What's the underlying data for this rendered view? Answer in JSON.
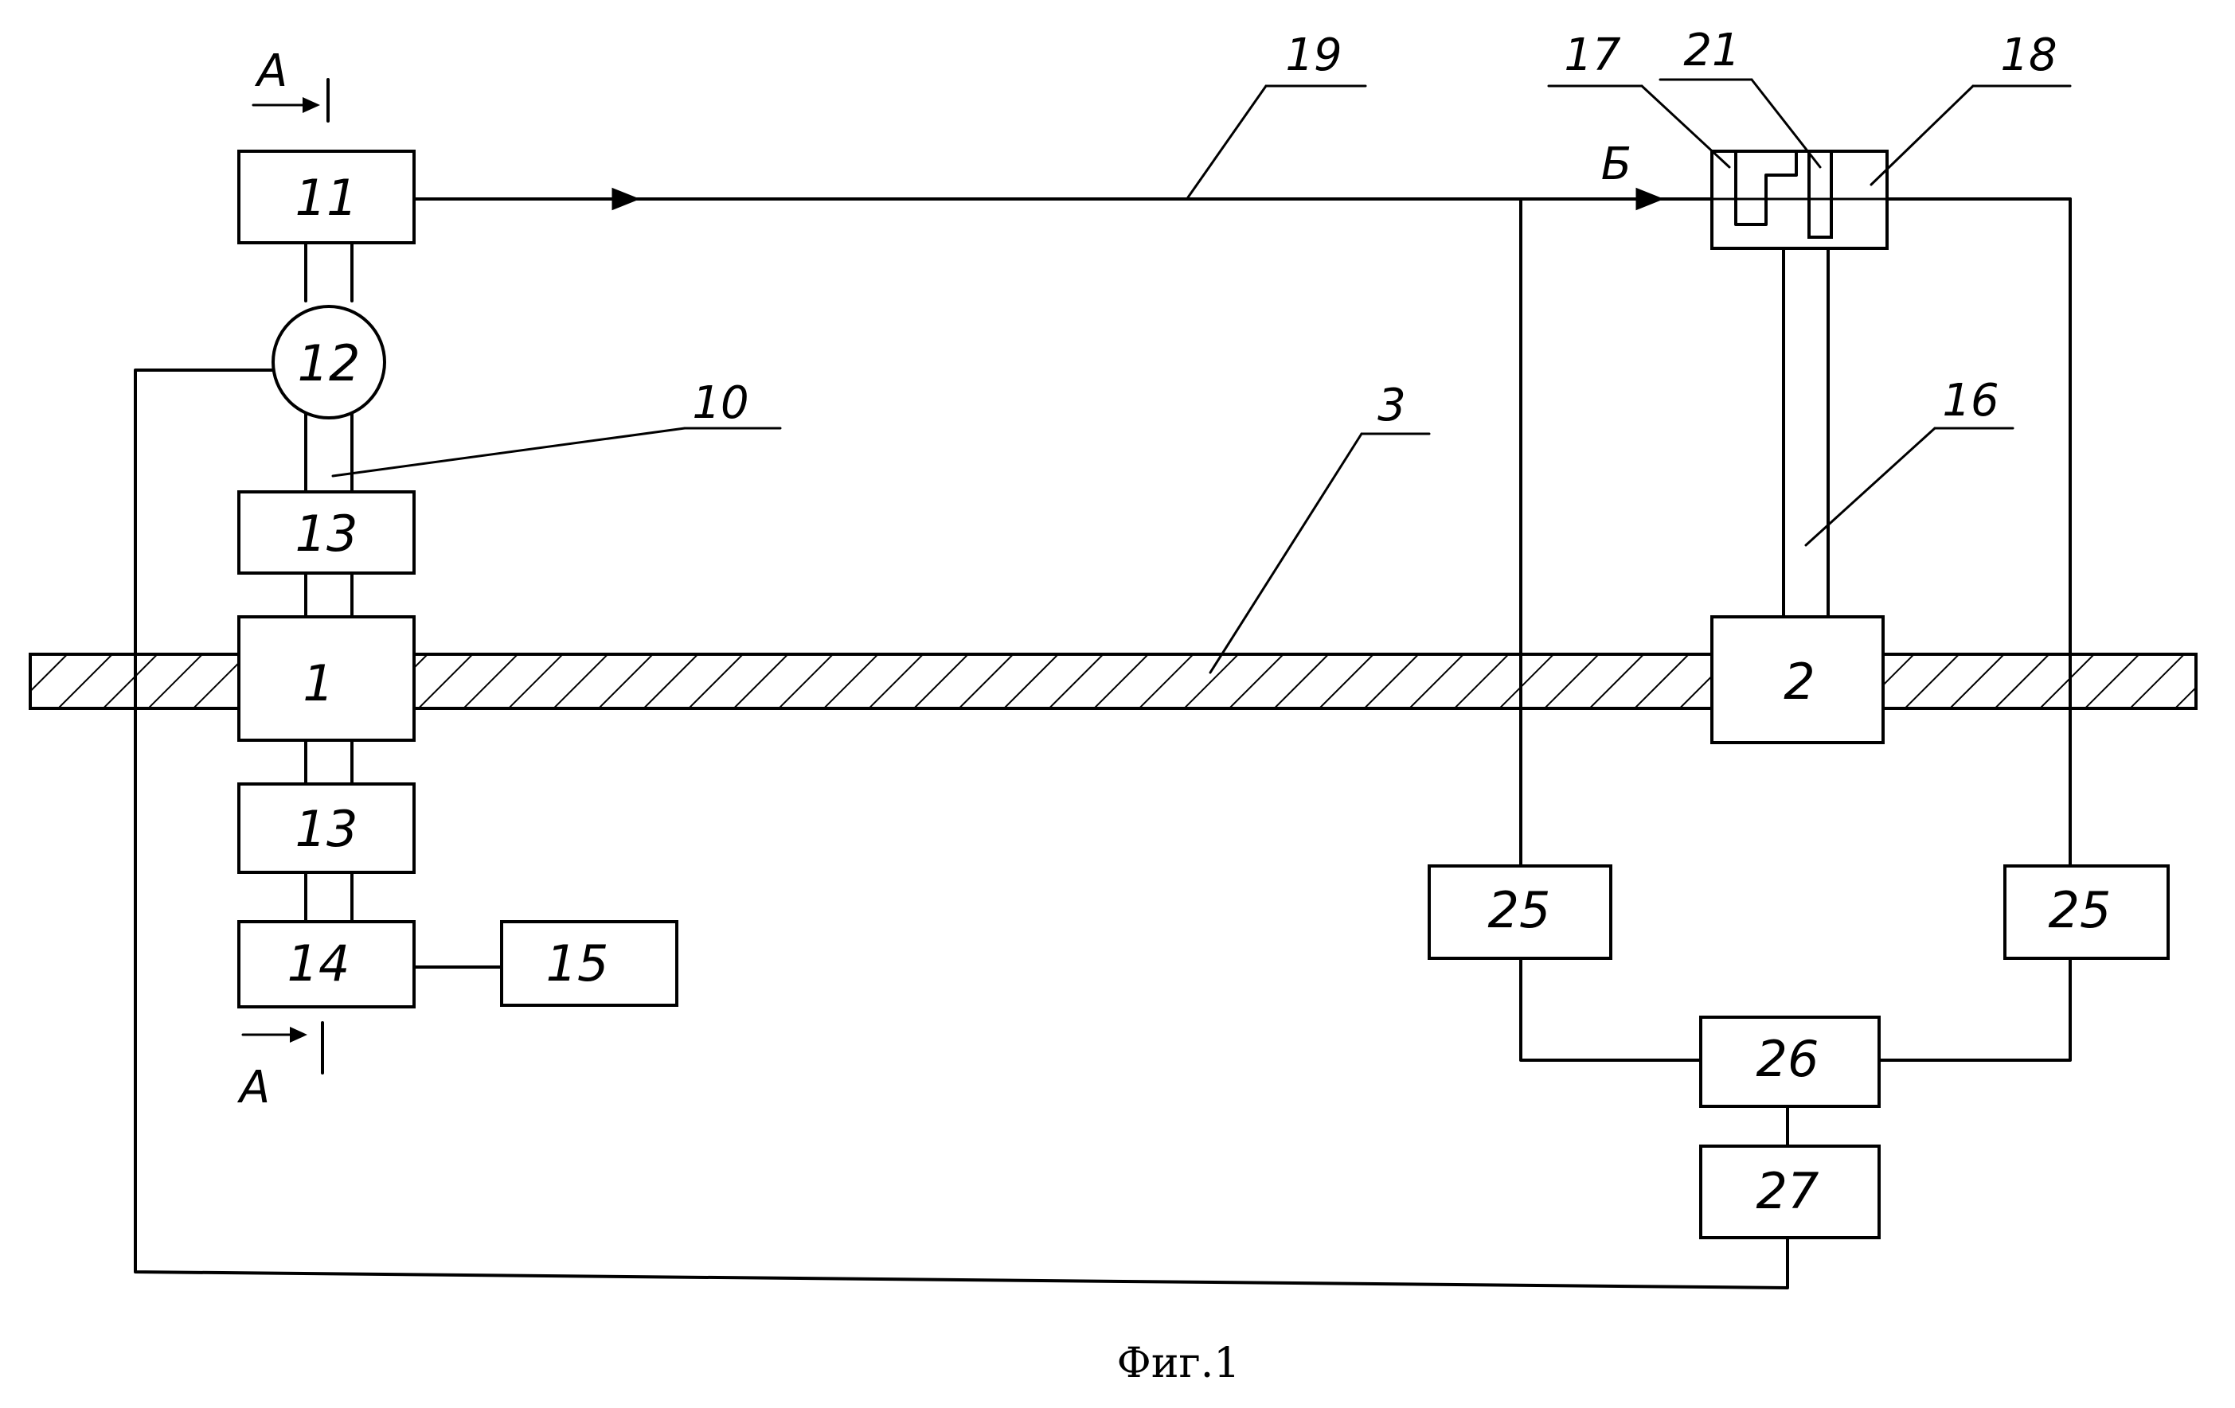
{
  "figure": {
    "caption": "Фиг.1",
    "section_marks": {
      "a_top": "А",
      "a_bottom": "А",
      "b": "Б"
    },
    "labels": {
      "n1": "1",
      "n2": "2",
      "n3": "3",
      "n10": "10",
      "n11": "11",
      "n12": "12",
      "n13a": "13",
      "n13b": "13",
      "n14": "14",
      "n15": "15",
      "n16": "16",
      "n17": "17",
      "n18": "18",
      "n19": "19",
      "n21": "21",
      "n25a": "25",
      "n25b": "25",
      "n26": "26",
      "n27": "27"
    }
  }
}
